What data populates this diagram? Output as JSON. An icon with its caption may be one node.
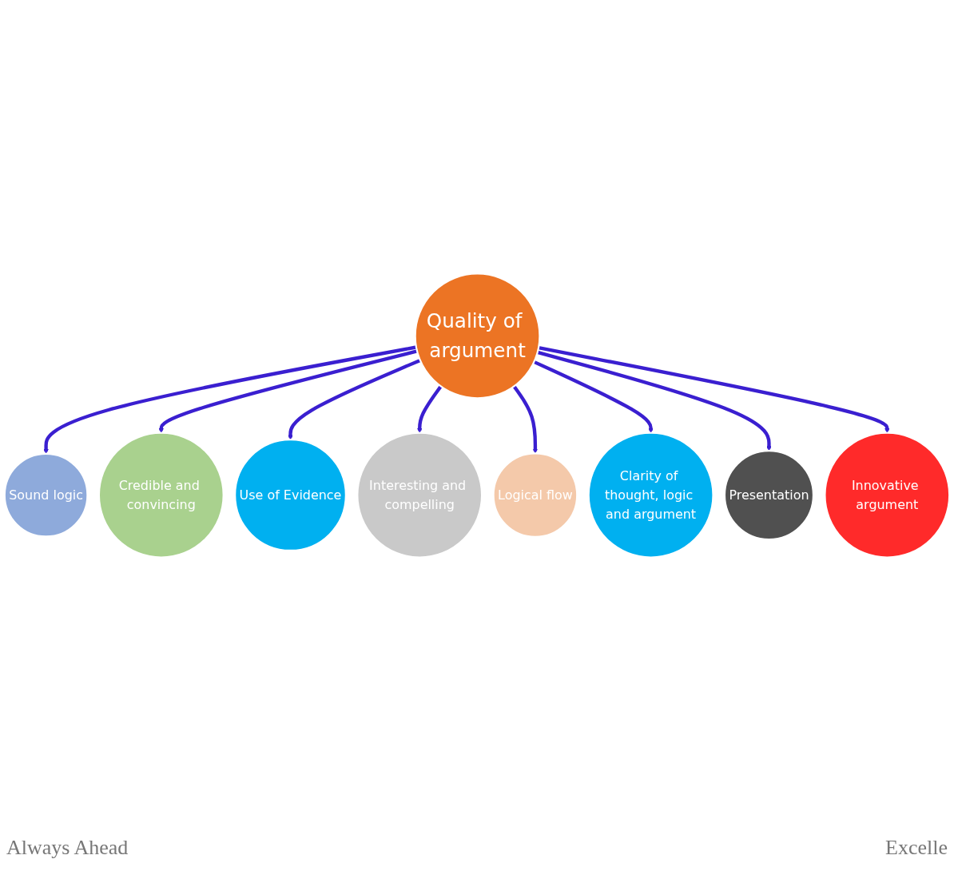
{
  "diagram": {
    "nodes": [
      {
        "text": [
          "Quality of argument"
        ]
      },
      {
        "text": [
          "Sound logic"
        ]
      },
      {
        "text": [
          "Credible and convincing"
        ]
      },
      {
        "text": [
          "Use of Evidence"
        ]
      },
      {
        "text": [
          "Interesting and compelling"
        ]
      },
      {
        "text": [
          "Logical flow"
        ]
      },
      {
        "text": [
          "Clarity of thought, logic and argument"
        ]
      },
      {
        "text": [
          "Presentation"
        ]
      },
      {
        "text": [
          "Innovative argument"
        ]
      }
    ],
    "edges": [
      {
        "from": 0,
        "to": 1,
        "arrow": "to"
      },
      {
        "from": 0,
        "to": 2,
        "arrow": "to"
      },
      {
        "from": 0,
        "to": 3,
        "arrow": "to"
      },
      {
        "from": 0,
        "to": 4,
        "arrow": "to"
      },
      {
        "from": 0,
        "to": 5,
        "arrow": "to"
      },
      {
        "from": 0,
        "to": 6,
        "arrow": "to"
      },
      {
        "from": 0,
        "to": 7,
        "arrow": "to"
      },
      {
        "from": 0,
        "to": 8,
        "arrow": "to"
      }
    ],
    "labels": [
      "Always Ahead",
      "Excelle"
    ]
  }
}
